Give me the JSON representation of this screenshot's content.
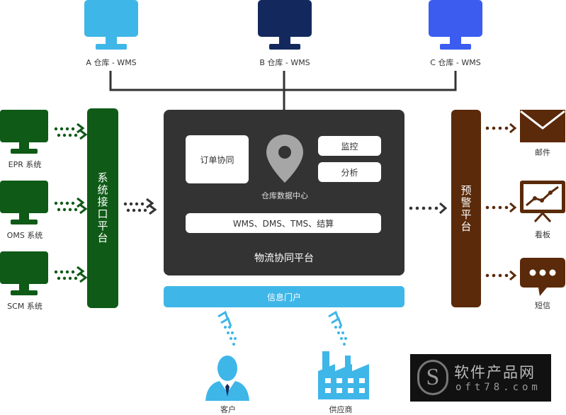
{
  "warehouses": [
    {
      "label": "A 仓库 - WMS",
      "color": "#3fb6e8"
    },
    {
      "label": "B 仓库 - WMS",
      "color": "#13295e"
    },
    {
      "label": "C 仓库 - WMS",
      "color": "#3c5cf0"
    }
  ],
  "left_systems": [
    {
      "label": "EPR 系统"
    },
    {
      "label": "OMS 系统"
    },
    {
      "label": "SCM 系统"
    }
  ],
  "interface_platform": {
    "label": "系统接口平台",
    "color": "#0e5a16"
  },
  "center": {
    "order_sync": "订单协同",
    "data_center": "仓库数据中心",
    "monitor": "监控",
    "analysis": "分析",
    "modules": "WMS、DMS、TMS、结算",
    "title": "物流协同平台",
    "color": "#333333"
  },
  "portal": {
    "label": "信息门户",
    "color": "#3fb6e8"
  },
  "alert_platform": {
    "label": "预警平台",
    "color": "#5a2a0a"
  },
  "outputs": [
    {
      "label": "邮件",
      "icon": "mail-icon"
    },
    {
      "label": "看板",
      "icon": "dashboard-icon"
    },
    {
      "label": "短信",
      "icon": "sms-icon"
    }
  ],
  "bottom": [
    {
      "label": "客户",
      "icon": "customer-icon"
    },
    {
      "label": "供应商",
      "icon": "factory-icon"
    }
  ],
  "watermark": {
    "brand": "软件产品网",
    "site": "oft78.com",
    "letter": "S"
  }
}
